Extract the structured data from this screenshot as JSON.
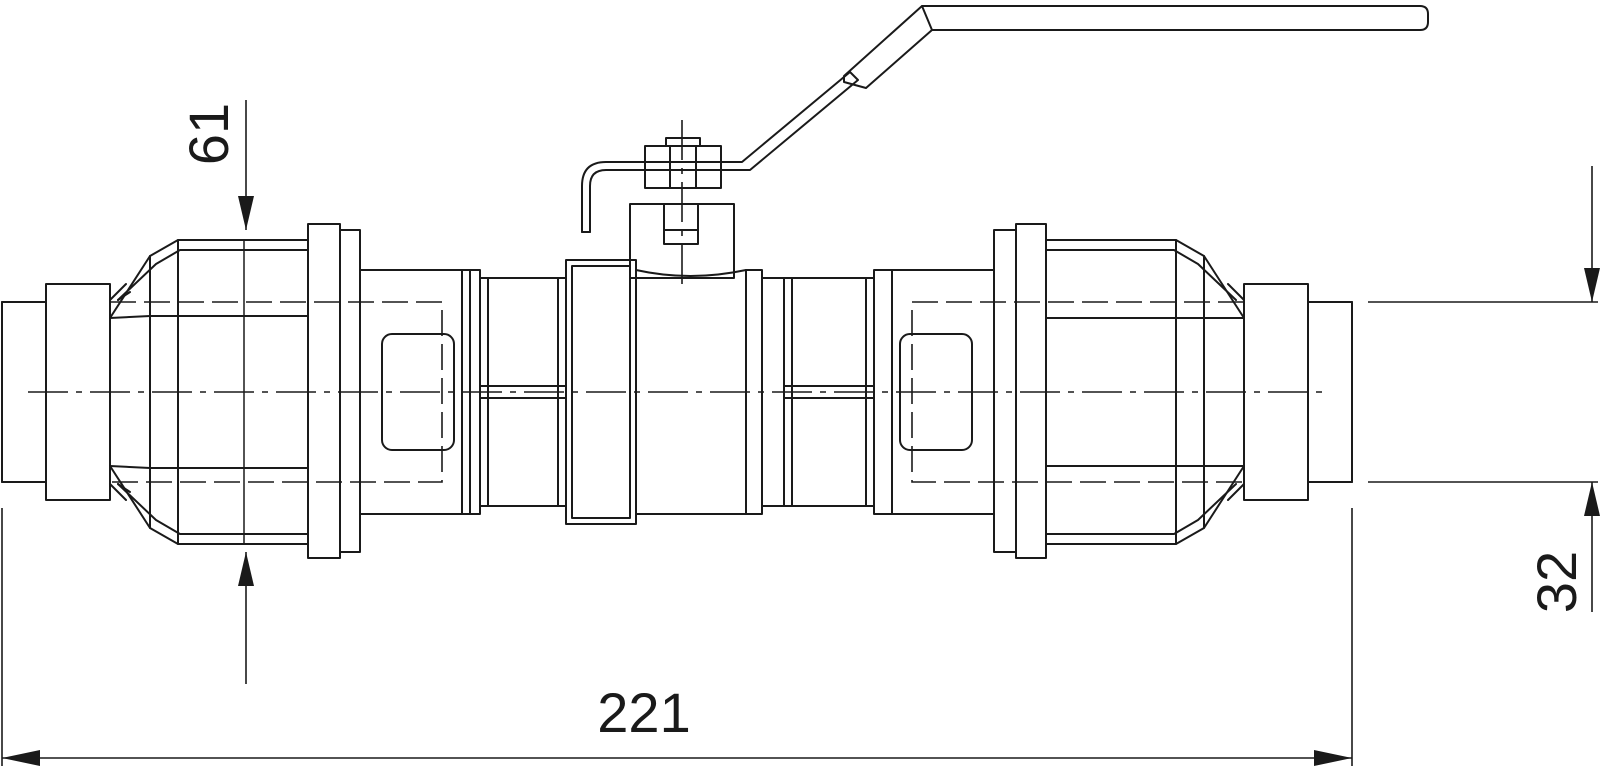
{
  "dimensions": {
    "overall_length": "221",
    "outer_diameter": "61",
    "pipe_diameter": "32"
  }
}
